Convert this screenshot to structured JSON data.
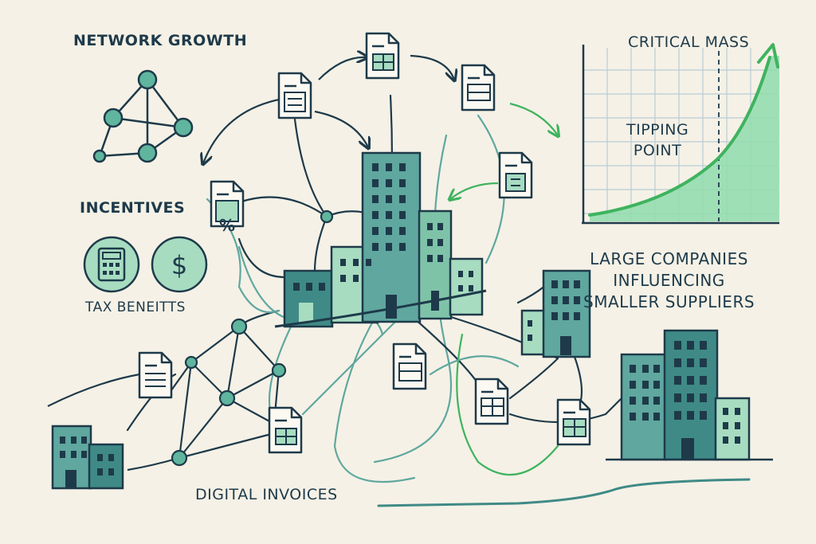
{
  "labels": {
    "network_growth": "NETWORK GROWTH",
    "incentives": "INCENTIVES",
    "tax_benefits": "TAX BENEITTS",
    "critical_mass": "CRITICAL MASS",
    "tipping_point_line1": "TIPPING",
    "tipping_point_line2": "POINT",
    "large_companies_line1": "LARGE COMPANIES",
    "large_companies_line2": "INFLUENCING",
    "large_companies_line3": "SMALLER SUPPLIERS",
    "digital_invoices": "DIGITAL INVOICES"
  },
  "icons": {
    "percent_glyph": "%",
    "dollar_glyph": "$"
  },
  "colors": {
    "background": "#f5f1e6",
    "ink": "#1e3a4a",
    "teal_dark": "#3f8a86",
    "teal_mid": "#5fa79f",
    "mint_light": "#a7dcc1",
    "accent_green": "#3fb35f",
    "area_fill": "#8fdcad"
  }
}
